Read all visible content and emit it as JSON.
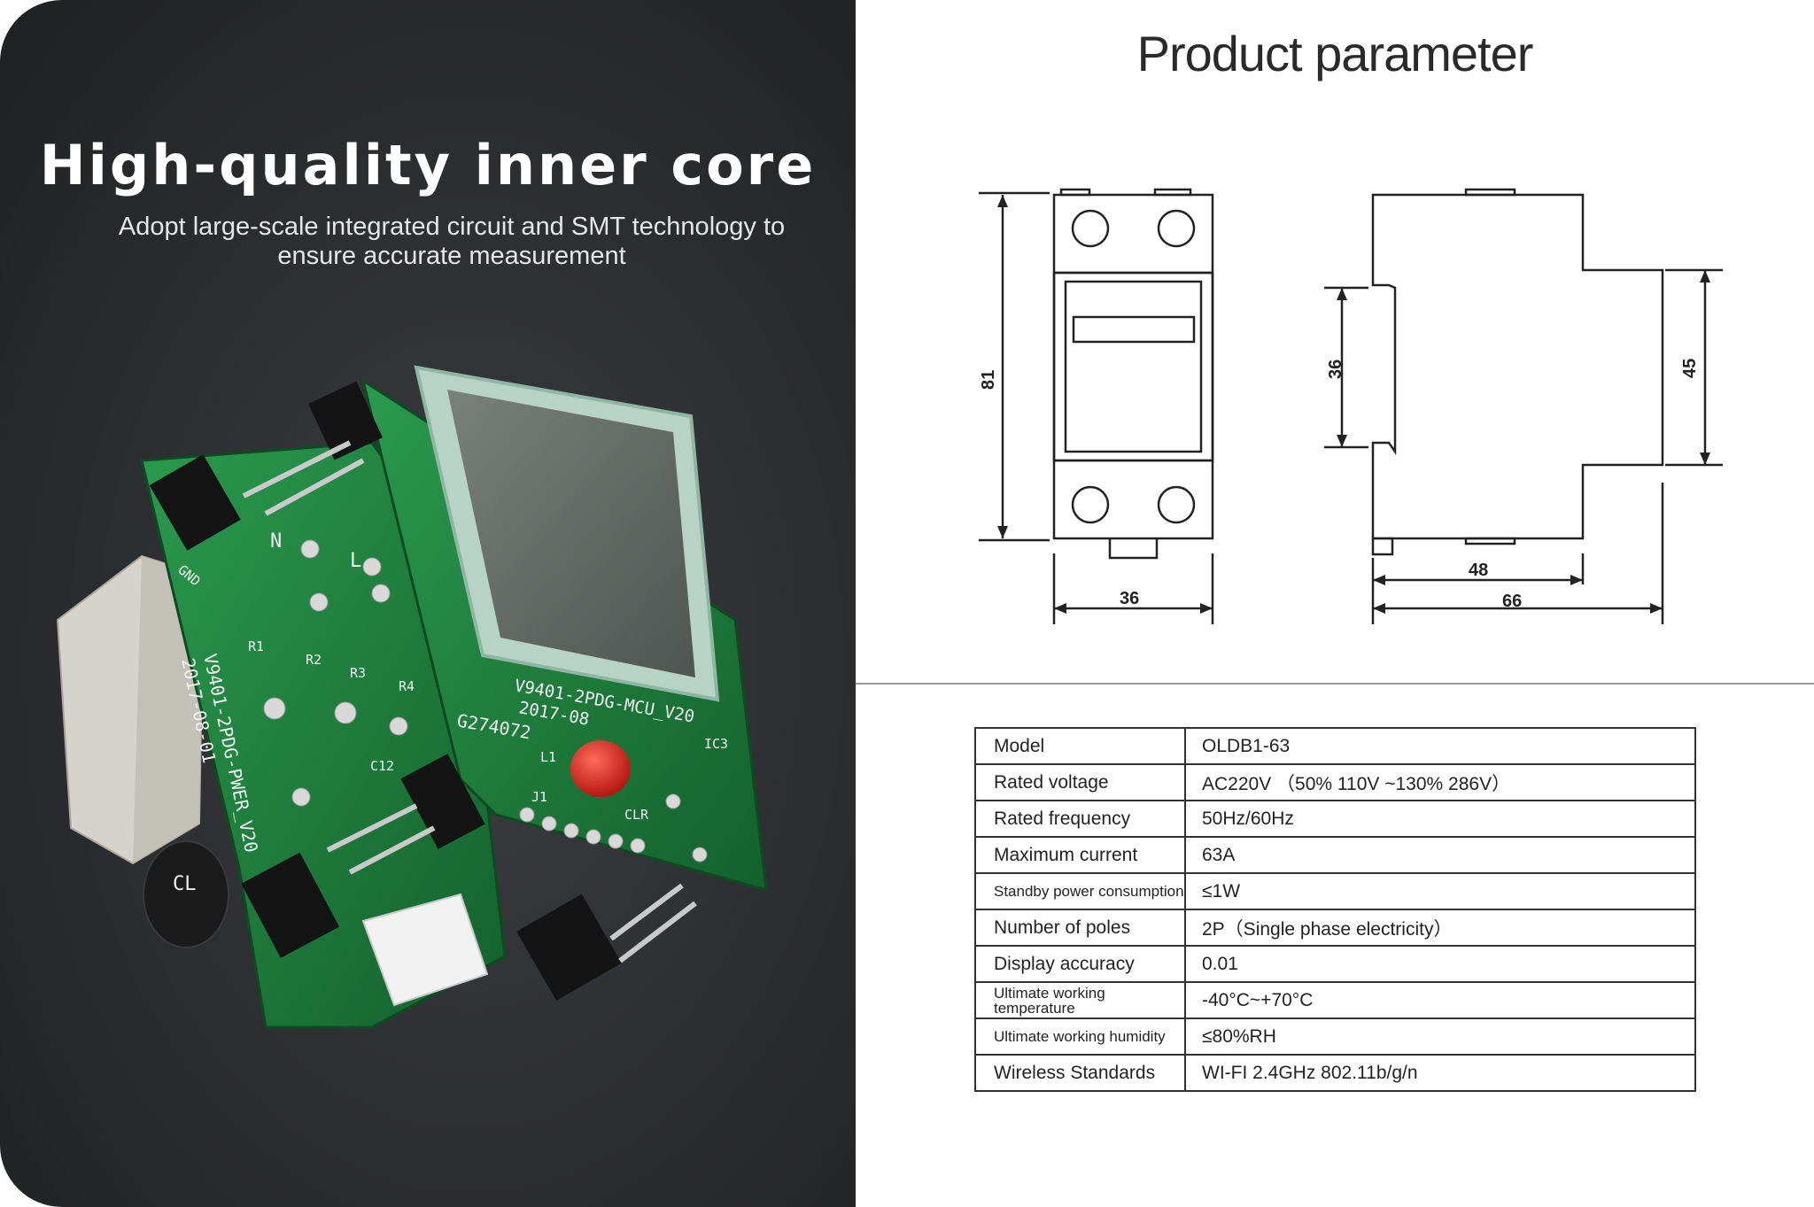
{
  "left_panel": {
    "headline": "High-quality inner core",
    "subline_1": "Adopt large-scale integrated circuit and SMT technology to",
    "subline_2": "ensure accurate measurement",
    "board_markings": {
      "power_board": "V9401-2PDG-PWER_V20",
      "power_date": "2017-08-01",
      "mcu_board": "V9401-2PDG-MCU_V20",
      "mcu_date": "2017-08",
      "serial": "G274072",
      "n": "N",
      "l": "L",
      "gnd": "GND",
      "r1": "R1",
      "r2": "R2",
      "r3": "R3",
      "r4": "R4",
      "c12": "C12",
      "l1": "L1",
      "j1": "J1",
      "clr": "CLR",
      "ic3": "IC3",
      "cl": "CL"
    }
  },
  "right_panel": {
    "title": "Product parameter",
    "dimensions": {
      "front_height": "81",
      "front_width": "36",
      "side_inner_height": "36",
      "side_outer_height": "45",
      "side_depth_inner": "48",
      "side_depth_total": "66"
    },
    "spec_table": [
      {
        "label": "Model",
        "value": "OLDB1-63"
      },
      {
        "label": "Rated voltage",
        "value": "AC220V （50% 110V ~130% 286V）"
      },
      {
        "label": "Rated frequency",
        "value": "50Hz/60Hz"
      },
      {
        "label": "Maximum current",
        "value": "63A"
      },
      {
        "label": "Standby power consumption",
        "value": "≤1W"
      },
      {
        "label": "Number of poles",
        "value": "2P（Single phase electricity）"
      },
      {
        "label": "Display accuracy",
        "value": "0.01"
      },
      {
        "label": "Ultimate working temperature",
        "value": "-40°C~+70°C"
      },
      {
        "label": "Ultimate working humidity",
        "value": "≤80%RH"
      },
      {
        "label": "Wireless Standards",
        "value": "WI-FI 2.4GHz 802.11b/g/n"
      }
    ]
  },
  "colors": {
    "pcb_green": "#1f7a3c",
    "background_dark": "#2c2d30",
    "led_red": "#e0201c"
  }
}
